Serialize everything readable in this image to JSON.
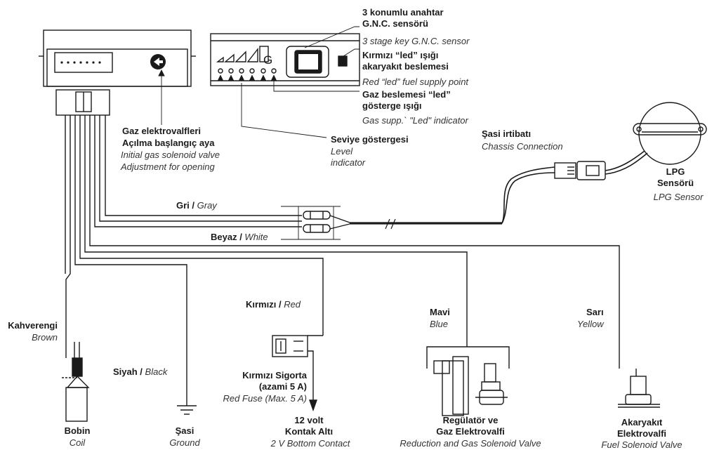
{
  "labels": {
    "key_sensor_tr": "3 konumlu anahtar",
    "key_sensor_tr2": "G.N.C. sensörü",
    "key_sensor_en": "3 stage key G.N.C. sensor",
    "red_led_tr": "Kırmızı “led” ışığı",
    "red_led_tr2": "akaryakıt beslemesi",
    "red_led_en": "Red “led” fuel supply point",
    "gas_led_tr": "Gaz beslemesi “led”",
    "gas_led_tr2": "gösterge ışığı",
    "gas_led_en": "Gas supp.` \"Led\" indicator",
    "level_tr": "Seviye göstergesi",
    "level_en": "Level",
    "level_en2": "indicator",
    "solenoid_tr": "Gaz elektrovalfleri",
    "solenoid_tr2": "Açılma başlangıç aya",
    "solenoid_en": "Initial gas solenoid valve",
    "solenoid_en2": "Adjustment for opening",
    "chassis_tr": "Şasi irtibatı",
    "chassis_en": "Chassis Connection",
    "lpg_tr": "LPG",
    "lpg_tr2": "Sensörü",
    "lpg_en": "LPG Sensor",
    "gray_tr": "Gri",
    "gray_sep": " / ",
    "gray_en": "Gray",
    "white_tr": "Beyaz",
    "white_sep": " / ",
    "white_en": "White",
    "red_tr": "Kırmızı",
    "red_sep": " / ",
    "red_en": "Red",
    "brown_tr": "Kahverengi",
    "brown_en": "Brown",
    "black_tr": "Siyah",
    "black_sep": " / ",
    "black_en": "Black",
    "blue_tr": "Mavi",
    "blue_en": "Blue",
    "yellow_tr": "Sarı",
    "yellow_en": "Yellow",
    "fuse_tr": "Kırmızı Sigorta",
    "fuse_tr2": "(azami 5 A)",
    "fuse_en": "Red Fuse (Max. 5 A)",
    "coil_tr": "Bobin",
    "coil_en": "Coil",
    "ground_tr": "Şasi",
    "ground_en": "Ground",
    "contact_tr": "12 volt",
    "contact_tr2": "Kontak Altı",
    "contact_en": "2 V Bottom Contact",
    "regulator_tr": "Regülatör ve",
    "regulator_tr2": "Gaz Elektrovalfi",
    "regulator_en": "Reduction and Gas Solenoid Valve",
    "fuelvalve_tr": "Akaryakıt",
    "fuelvalve_tr2": "Elektrovalfi",
    "fuelvalve_en": "Fuel Solenoid Valve",
    "panel_letter": "G"
  }
}
